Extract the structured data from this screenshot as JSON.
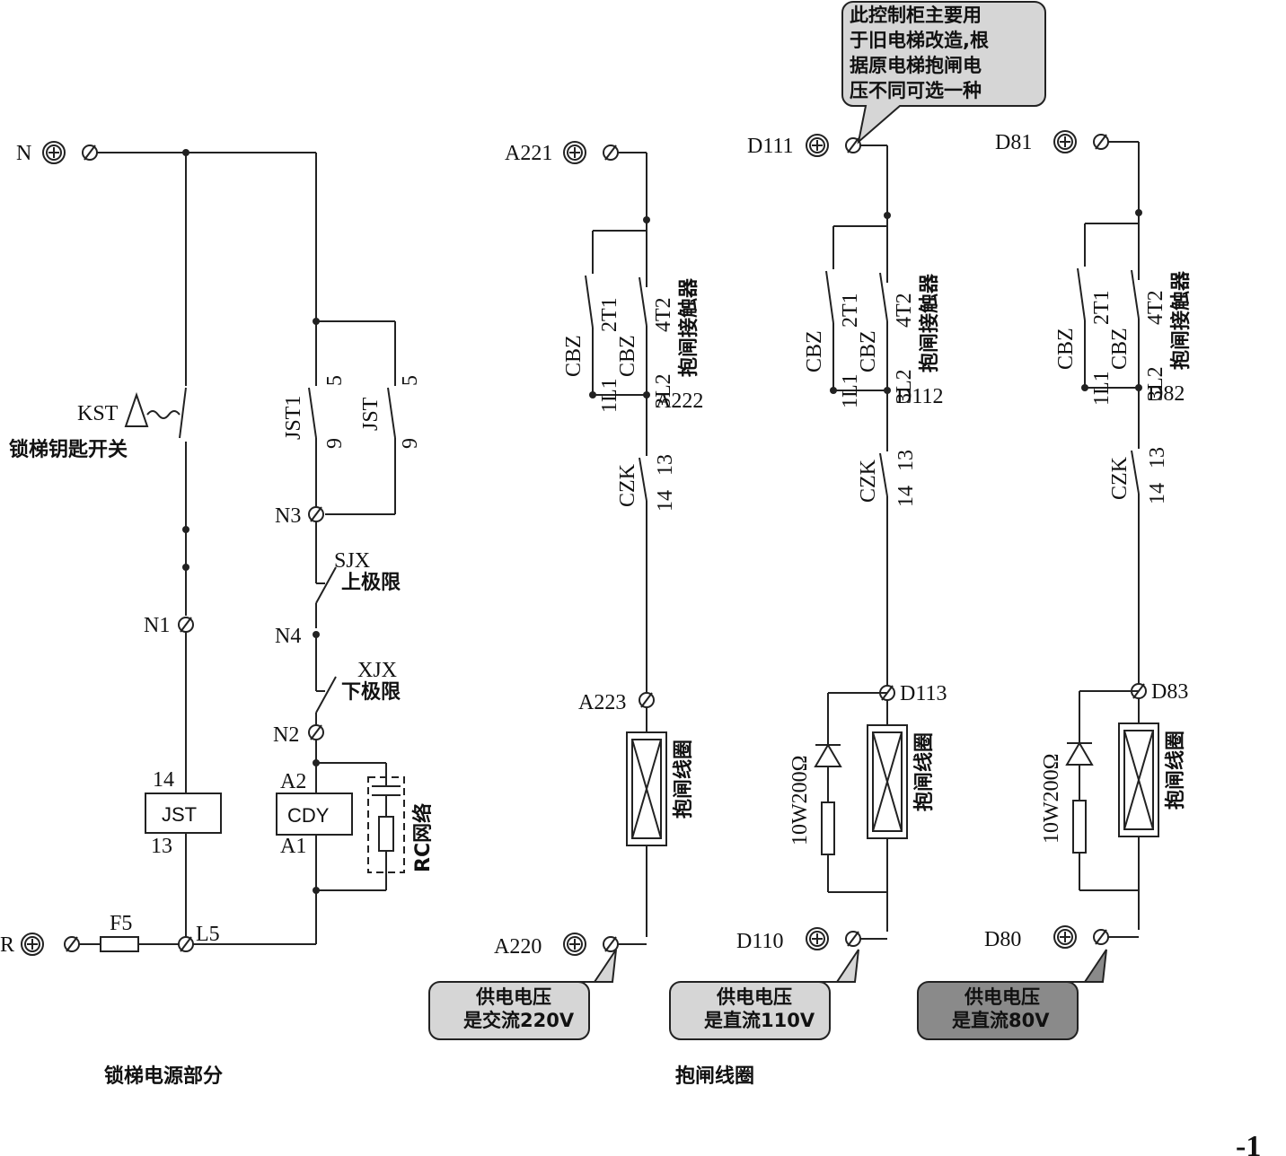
{
  "power_section": {
    "title": "锁梯电源部分",
    "terminal_n": "N",
    "terminal_r": "R",
    "fuse": "F5",
    "node_l5": "L5",
    "kst_label": "KST",
    "kst_desc": "锁梯钥匙开关",
    "n1": "N1",
    "jst_coil": "JST",
    "jst_pin_top": "14",
    "jst_pin_bot": "13",
    "jst1_label": "JST1",
    "jst_contact_label": "JST",
    "pin5a": "5",
    "pin9a": "9",
    "pin5b": "5",
    "pin9b": "9",
    "n3": "N3",
    "sjx": "SJX",
    "sjx_desc": "上极限",
    "n4": "N4",
    "xjx": "XJX",
    "xjx_desc": "下极限",
    "n2": "N2",
    "cdy": "CDY",
    "a2": "A2",
    "a1": "A1",
    "rc": "RC网络"
  },
  "brake_section": {
    "title": "抱闸线圈",
    "note": [
      "此控制柜主要用",
      "于旧电梯改造,根",
      "据原电梯抱闸电",
      "压不同可选一种"
    ],
    "columns": [
      {
        "top_terminal": "A221",
        "mid_node": "A222",
        "coil_node": "A223",
        "bottom_terminal": "A220",
        "cbz_a": "CBZ",
        "cbz_b": "CBZ",
        "p2t1": "2T1",
        "p4t2": "4T2",
        "p1l1": "1L1",
        "p3l2": "3L2",
        "contactor_desc": "抱闸接触器",
        "czk": "CZK",
        "p13": "13",
        "p14": "14",
        "coil_desc": "抱闸线圈",
        "resistor": "",
        "supply": [
          "供电电压",
          "是交流220V"
        ]
      },
      {
        "top_terminal": "D111",
        "mid_node": "D112",
        "coil_node": "D113",
        "bottom_terminal": "D110",
        "cbz_a": "CBZ",
        "cbz_b": "CBZ",
        "p2t1": "2T1",
        "p4t2": "4T2",
        "p1l1": "1L1",
        "p3l2": "3L2",
        "contactor_desc": "抱闸接触器",
        "czk": "CZK",
        "p13": "13",
        "p14": "14",
        "coil_desc": "抱闸线圈",
        "resistor": "10W200Ω",
        "supply": [
          "供电电压",
          "是直流110V"
        ]
      },
      {
        "top_terminal": "D81",
        "mid_node": "D82",
        "coil_node": "D83",
        "bottom_terminal": "D80",
        "cbz_a": "CBZ",
        "cbz_b": "CBZ",
        "p2t1": "2T1",
        "p4t2": "4T2",
        "p1l1": "1L1",
        "p3l2": "3L2",
        "contactor_desc": "抱闸接触器",
        "czk": "CZK",
        "p13": "13",
        "p14": "14",
        "coil_desc": "抱闸线圈",
        "resistor": "10W200Ω",
        "supply": [
          "供电电压",
          "是直流80V"
        ]
      }
    ]
  },
  "page_number": "-1"
}
